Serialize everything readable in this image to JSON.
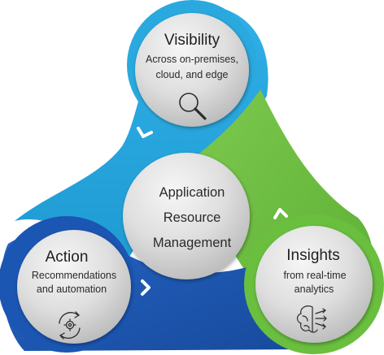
{
  "colors": {
    "visibility_accent": "#2aa9df",
    "insights_accent": "#6abf3f",
    "action_accent": "#1b56b3",
    "circle_fill": "#d9d9d9",
    "chevron": "#ffffff"
  },
  "visibility": {
    "title": "Visibility",
    "line1": "Across on-premises,",
    "line2": "cloud, and edge",
    "icon": "magnifier-icon"
  },
  "insights": {
    "title": "Insights",
    "line1": "from real-time",
    "line2": "analytics",
    "icon": "brain-arrows-icon"
  },
  "action": {
    "title": "Action",
    "line1": "Recommendations",
    "line2": "and automation",
    "icon": "gear-cycle-icon"
  },
  "center": {
    "line1": "Application",
    "line2": "Resource",
    "line3": "Management"
  }
}
